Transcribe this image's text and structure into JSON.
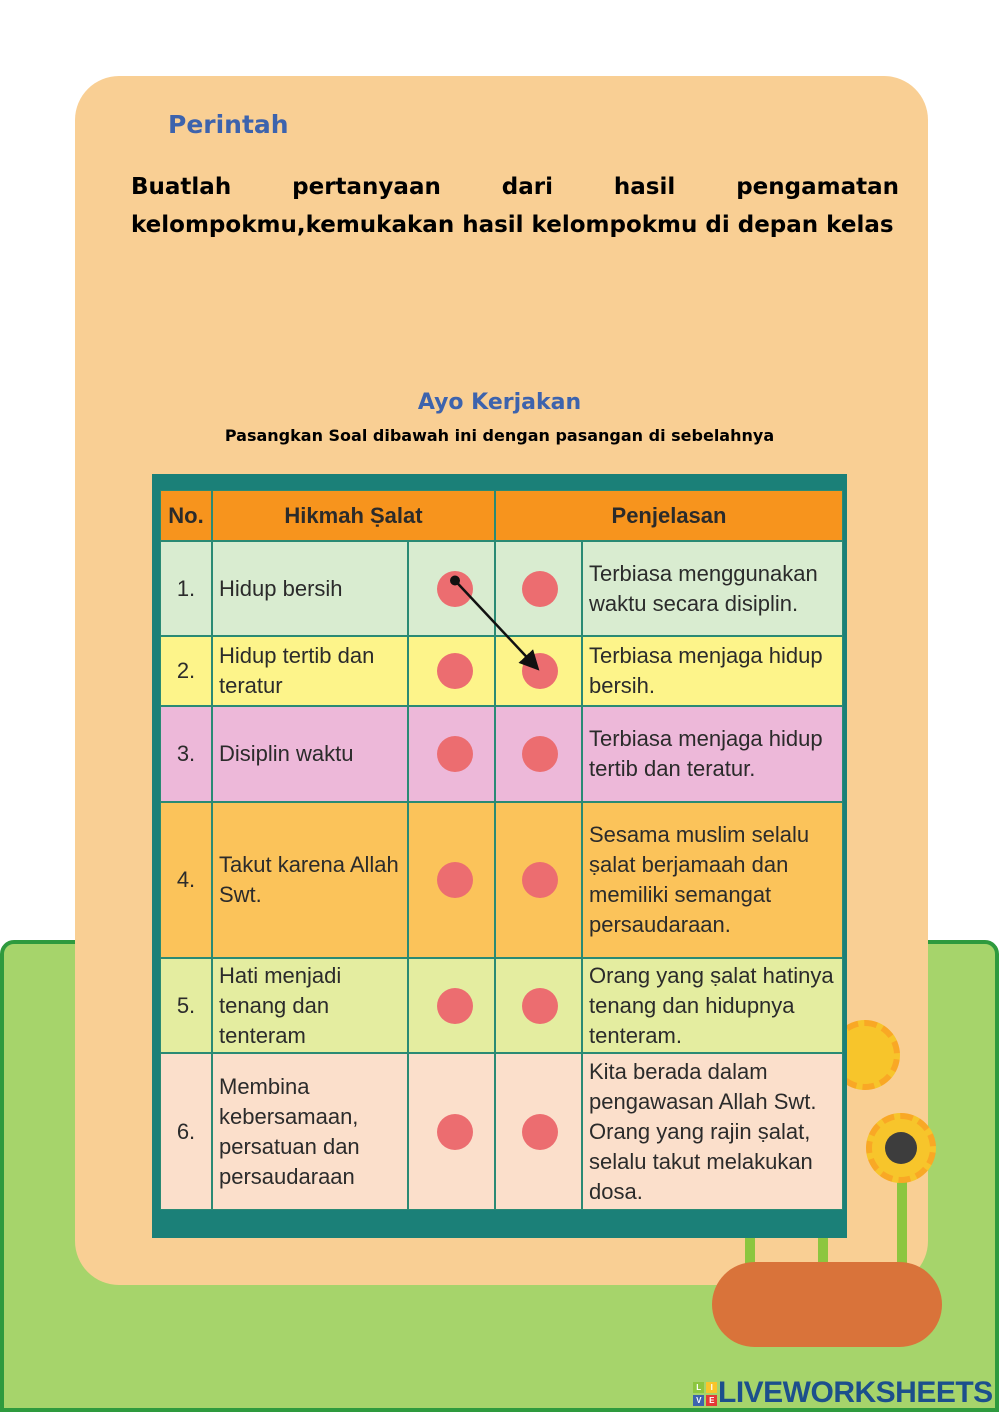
{
  "perintah": {
    "title": "Perintah",
    "text": "Buatlah pertanyaan dari hasil pengamatan kelompokmu,kemukakan hasil kelompokmu di depan kelas"
  },
  "ayo": {
    "title": "Ayo Kerjakan",
    "subtitle": "Pasangkan Soal dibawah ini dengan pasangan di sebelahnya"
  },
  "table": {
    "headers": [
      "No.",
      "Hikmah Ṣalat",
      "Penjelasan"
    ],
    "rows": [
      {
        "no": "1.",
        "hikmah": "Hidup bersih",
        "penjelasan": "Terbiasa menggunakan waktu secara disiplin."
      },
      {
        "no": "2.",
        "hikmah": "Hidup tertib dan teratur",
        "penjelasan": "Terbiasa menjaga hidup bersih."
      },
      {
        "no": "3.",
        "hikmah": "Disiplin waktu",
        "penjelasan": "Terbiasa menjaga hidup tertib dan teratur."
      },
      {
        "no": "4.",
        "hikmah": "Takut karena Allah Swt.",
        "penjelasan": "Sesama muslim selalu ṣalat berjamaah dan memiliki semangat persaudaraan."
      },
      {
        "no": "5.",
        "hikmah": "Hati menjadi tenang dan tenteram",
        "penjelasan": "Orang yang ṣalat hatinya tenang dan hidupnya tenteram."
      },
      {
        "no": "6.",
        "hikmah": "Membina kebersamaan, persatuan dan persaudaraan",
        "penjelasan": "Kita berada dalam pengawasan Allah Swt. Orang yang rajin ṣalat, selalu takut melakukan dosa."
      }
    ],
    "example_match": {
      "from_row": 1,
      "to_row": 2
    }
  },
  "colors": {
    "rows": [
      "#d9ecd0",
      "#fdf48a",
      "#edb8d9",
      "#fbc35a",
      "#e4eda0",
      "#fbdfcb"
    ]
  },
  "logo": {
    "text": "LIVEWORKSHEETS",
    "badge": [
      "L",
      "I",
      "V",
      "E"
    ]
  }
}
